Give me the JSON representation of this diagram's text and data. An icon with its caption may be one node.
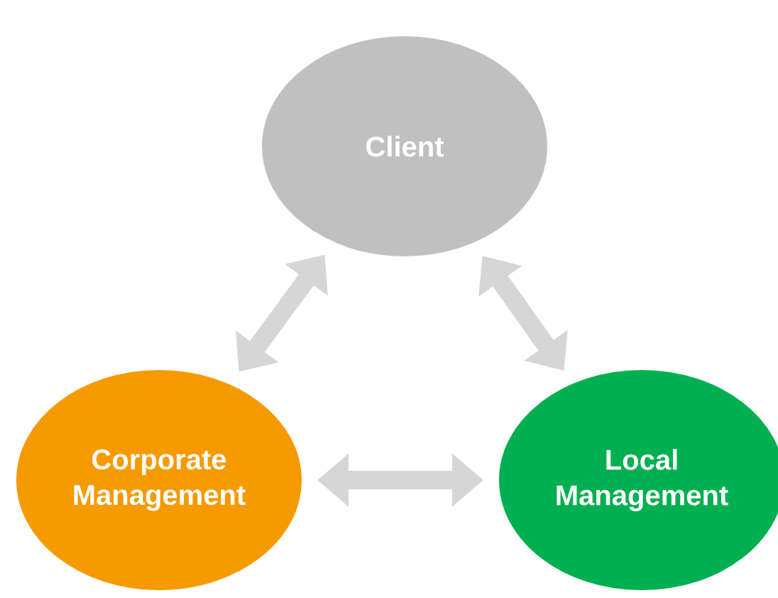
{
  "diagram": {
    "nodes": [
      {
        "text": [
          "Client"
        ]
      },
      {
        "text": [
          "Corporate Management"
        ]
      },
      {
        "text": [
          "Local Management"
        ]
      }
    ],
    "edges": [
      {
        "from": 1,
        "to": 0,
        "arrow": "both"
      },
      {
        "from": 0,
        "to": 2,
        "arrow": "both"
      },
      {
        "from": 1,
        "to": 2,
        "arrow": "both"
      }
    ]
  }
}
